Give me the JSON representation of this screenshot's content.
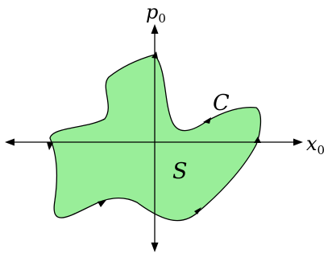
{
  "diagram": {
    "region_fill": "#99ee99",
    "stroke": "#000000",
    "axes": {
      "horizontal_label_main": "x",
      "horizontal_label_sub": "0",
      "vertical_label_main": "p",
      "vertical_label_sub": "0"
    },
    "curve_label": "C",
    "region_label": "S"
  }
}
